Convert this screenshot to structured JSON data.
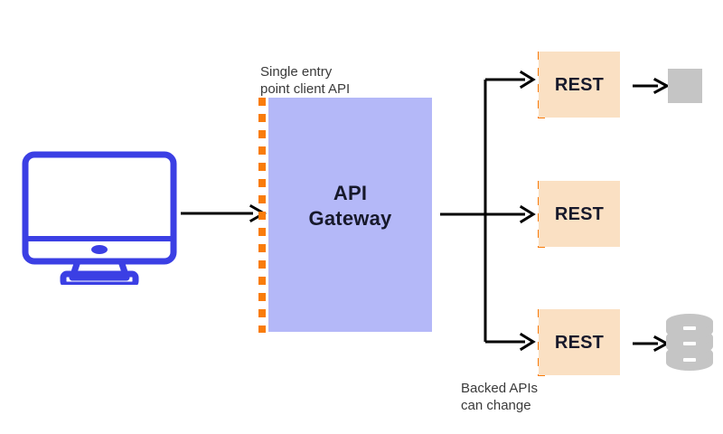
{
  "diagram": {
    "title": "API Gateway architecture diagram",
    "client": {
      "icon": "desktop-monitor-icon",
      "color": "#3b3fe4"
    },
    "gateway": {
      "label_line1": "API",
      "label_line2": "Gateway",
      "fill_color": "#b4b8f8",
      "dashed_edge_color": "#f97c0c",
      "caption_line1": "Single entry",
      "caption_line2": "point client API"
    },
    "services": [
      {
        "label": "REST",
        "fill_color": "#fae0c3",
        "dashed_edge_color": "#f97c0c",
        "target_icon": "grey-square-icon",
        "target_color": "#c5c5c5"
      },
      {
        "label": "REST",
        "fill_color": "#fae0c3",
        "dashed_edge_color": "#f97c0c",
        "target_icon": "none",
        "target_color": ""
      },
      {
        "label": "REST",
        "fill_color": "#fae0c3",
        "dashed_edge_color": "#f97c0c",
        "target_icon": "database-cylinder-icon",
        "target_color": "#c5c5c5"
      }
    ],
    "backend_caption": {
      "line1": "Backed APIs",
      "line2": "can change"
    }
  }
}
